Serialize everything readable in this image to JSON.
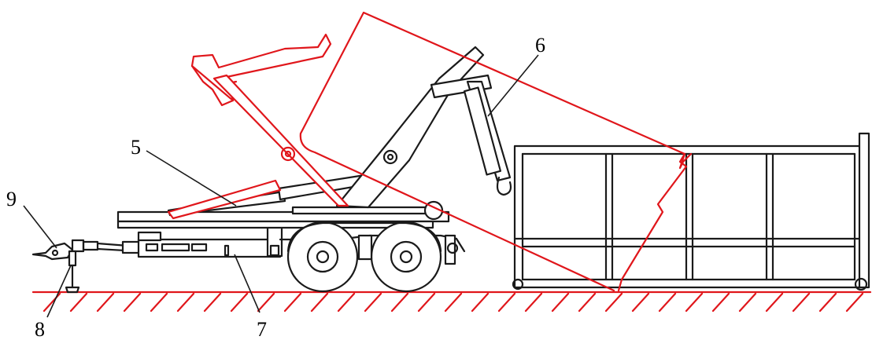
{
  "colors": {
    "outline": "#1a1a1a",
    "moving_position": "#e0161b",
    "background": "#ffffff"
  },
  "callouts": [
    {
      "id": "c5",
      "text": "5"
    },
    {
      "id": "c6",
      "text": "6"
    },
    {
      "id": "c7",
      "text": "7"
    },
    {
      "id": "c8",
      "text": "8"
    },
    {
      "id": "c9",
      "text": "9"
    }
  ]
}
